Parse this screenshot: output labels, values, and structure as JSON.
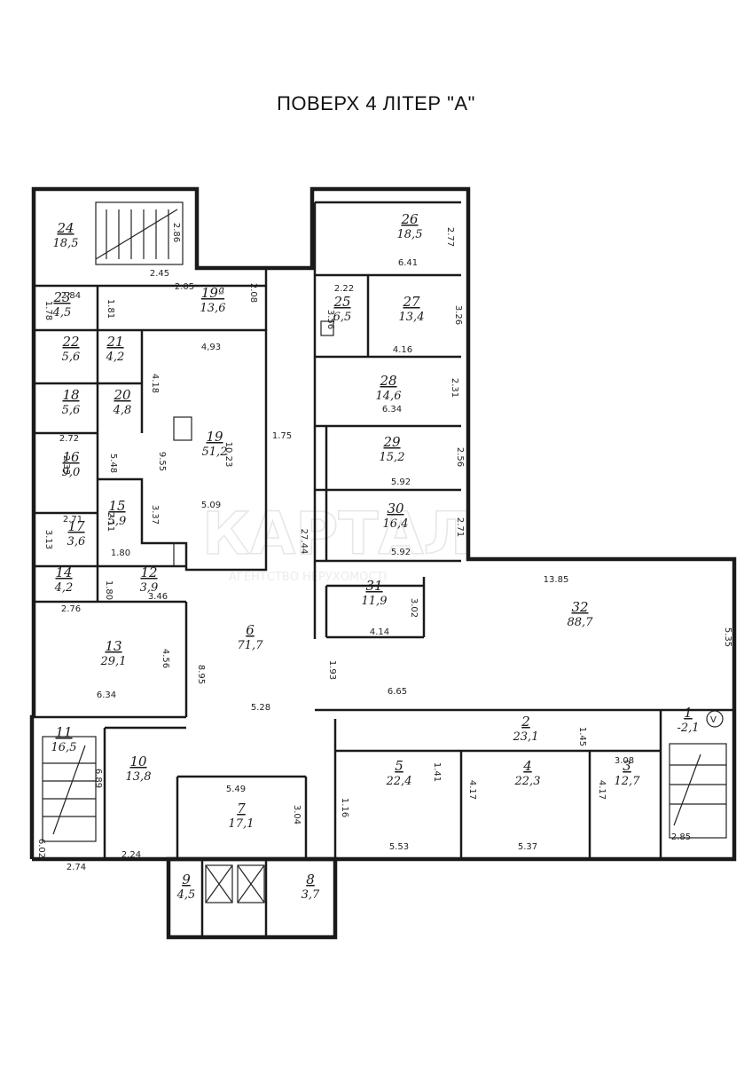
{
  "plan": {
    "title": "ПОВЕРХ 4 ЛІТЕР  \"А\"",
    "watermark": {
      "brand": "КАРТАЛ",
      "caption": "АГЕНТСТВО НЕРУХОМОСТІ"
    },
    "circle_mark": "V",
    "rooms": [
      {
        "id": "24",
        "num": "24",
        "area": "18,5"
      },
      {
        "id": "23",
        "num": "23",
        "area": "4,5"
      },
      {
        "id": "22",
        "num": "22",
        "area": "5,6"
      },
      {
        "id": "21",
        "num": "21",
        "area": "4,2"
      },
      {
        "id": "18",
        "num": "18",
        "area": "5,6"
      },
      {
        "id": "20",
        "num": "20",
        "area": "4,8"
      },
      {
        "id": "19a",
        "num": "19ª",
        "area": "13,6"
      },
      {
        "id": "19",
        "num": "19",
        "area": "51,2"
      },
      {
        "id": "16",
        "num": "16",
        "area": "9,0"
      },
      {
        "id": "15",
        "num": "15",
        "area": "5,9"
      },
      {
        "id": "17",
        "num": "17",
        "area": "3,6"
      },
      {
        "id": "14",
        "num": "14",
        "area": "4,2"
      },
      {
        "id": "12",
        "num": "12",
        "area": "3,9"
      },
      {
        "id": "13",
        "num": "13",
        "area": "29,1"
      },
      {
        "id": "6",
        "num": "6",
        "area": "71,7"
      },
      {
        "id": "11",
        "num": "11",
        "area": "16,5"
      },
      {
        "id": "10",
        "num": "10",
        "area": "13,8"
      },
      {
        "id": "7",
        "num": "7",
        "area": "17,1"
      },
      {
        "id": "9",
        "num": "9",
        "area": "4,5"
      },
      {
        "id": "8",
        "num": "8",
        "area": "3,7"
      },
      {
        "id": "26",
        "num": "26",
        "area": "18,5"
      },
      {
        "id": "25",
        "num": "25",
        "area": "6,5"
      },
      {
        "id": "27",
        "num": "27",
        "area": "13,4"
      },
      {
        "id": "28",
        "num": "28",
        "area": "14,6"
      },
      {
        "id": "29",
        "num": "29",
        "area": "15,2"
      },
      {
        "id": "30",
        "num": "30",
        "area": "16,4"
      },
      {
        "id": "31",
        "num": "31",
        "area": "11,9"
      },
      {
        "id": "32",
        "num": "32",
        "area": "88,7"
      },
      {
        "id": "2",
        "num": "2",
        "area": "23,1"
      },
      {
        "id": "5",
        "num": "5",
        "area": "22,4"
      },
      {
        "id": "4",
        "num": "4",
        "area": "22,3"
      },
      {
        "id": "3",
        "num": "3",
        "area": "12,7"
      },
      {
        "id": "1",
        "num": "1",
        "area": "-2,1"
      }
    ],
    "dimensions": [
      "2.86",
      "2.45",
      "2.84",
      "1.78",
      "2.08",
      "2.05",
      "1.81",
      "4,93",
      "4.18",
      "9.55",
      "10,23",
      "5.09",
      "3.37",
      "2.72",
      "2.33",
      "5.48",
      "1.80",
      "2.71",
      "3.13",
      "2.11",
      "1.80",
      "3.46",
      "2.76",
      "4.56",
      "6.34",
      "8.95",
      "5.28",
      "1.75",
      "27.44",
      "1.93",
      "6.89",
      "2.24",
      "5.49",
      "3.04",
      "6.02",
      "2.74",
      "2.77",
      "6.41",
      "2.22",
      "3.56",
      "3.26",
      "4.16",
      "2.31",
      "6.34",
      "2.56",
      "5.92",
      "2.71",
      "5.92",
      "3.02",
      "4.14",
      "13.85",
      "5.35",
      "6.65",
      "1.45",
      "1.41",
      "1.16",
      "5.53",
      "4.17",
      "5.37",
      "4.17",
      "3.08",
      "2.85"
    ]
  }
}
